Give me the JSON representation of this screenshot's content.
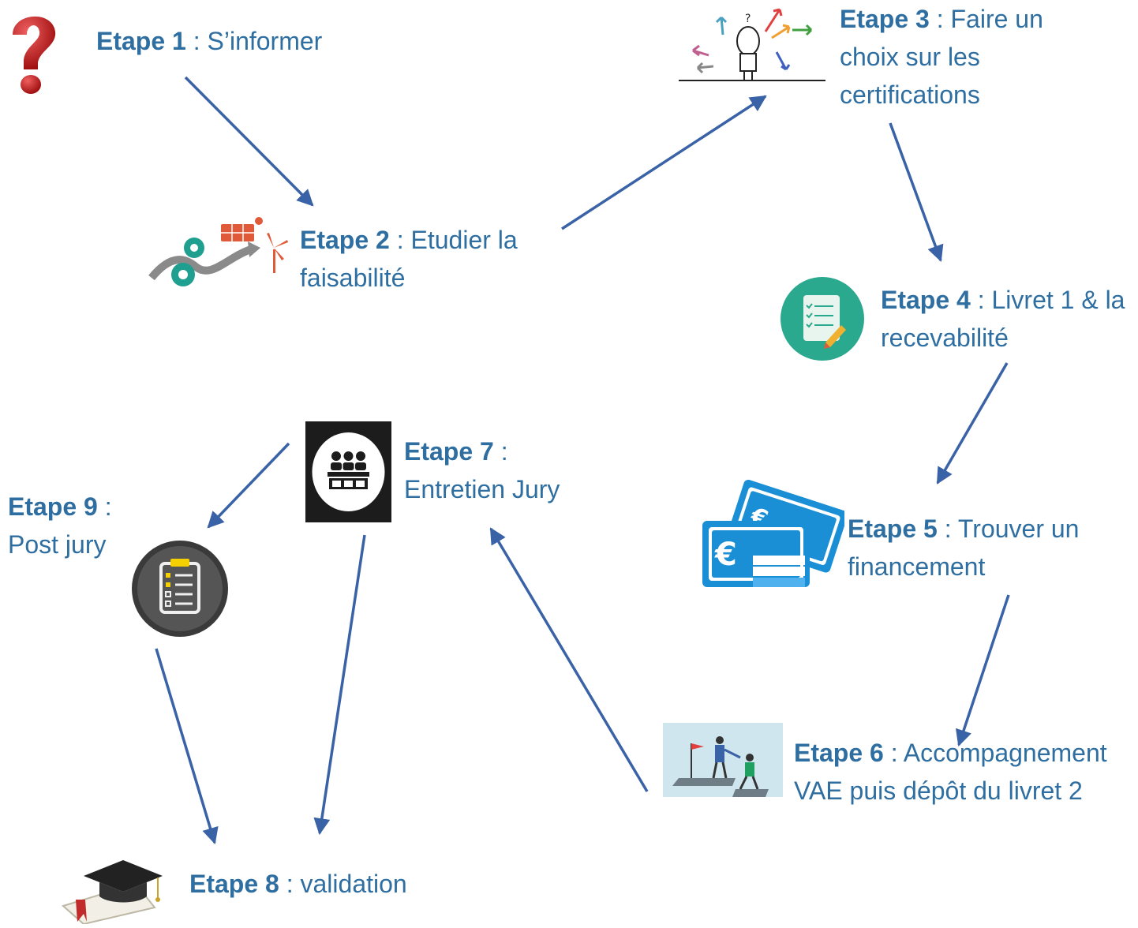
{
  "colors": {
    "text": "#2e6ea0",
    "arrow": "#3a62a6"
  },
  "steps": [
    {
      "id": "1",
      "label": "Etape 1",
      "text": "S’informer",
      "icon": "question-mark-icon"
    },
    {
      "id": "2",
      "label": "Etape 2",
      "text": "Etudier la faisabilité",
      "icon": "gears-solar-windmill-icon"
    },
    {
      "id": "3",
      "label": "Etape 3",
      "text": "Faire un choix sur les certifications",
      "icon": "person-choosing-arrows-icon"
    },
    {
      "id": "4",
      "label": "Etape 4",
      "text": "Livret 1 & la recevabilité",
      "icon": "checklist-form-icon"
    },
    {
      "id": "5",
      "label": "Etape 5",
      "text": "Trouver un financement",
      "icon": "euro-banknotes-icon"
    },
    {
      "id": "6",
      "label": "Etape 6",
      "text": "Accompagnement VAE puis dépôt du livret 2",
      "icon": "helping-hand-climb-icon"
    },
    {
      "id": "7",
      "label": "Etape 7",
      "text": "Entretien Jury",
      "icon": "jury-panel-icon"
    },
    {
      "id": "8",
      "label": "Etape 8",
      "text": "validation",
      "icon": "graduation-cap-diploma-icon"
    },
    {
      "id": "9",
      "label": "Etape 9",
      "text": "Post jury",
      "icon": "clipboard-checklist-icon"
    }
  ],
  "separator": " : "
}
